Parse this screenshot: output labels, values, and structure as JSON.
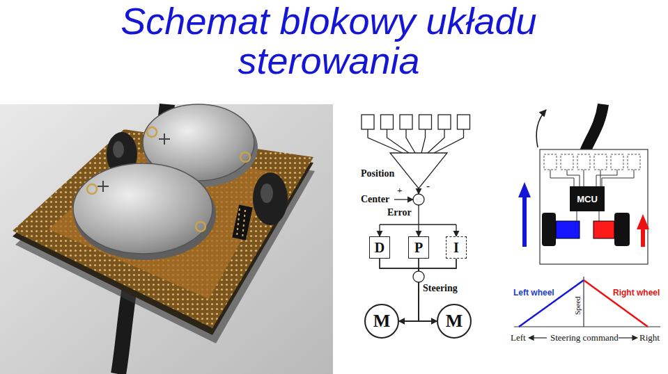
{
  "diagram": {
    "title": "Schemat blokowy układu sterowania",
    "nodes": [
      {
        "text": [
          "D"
        ]
      },
      {
        "text": [
          "P"
        ]
      },
      {
        "text": [
          "I"
        ]
      },
      {
        "text": [
          "M"
        ]
      },
      {
        "text": [
          "M"
        ]
      },
      {
        "text": [
          "MCU"
        ]
      }
    ],
    "edges": [
      {
        "from": 0,
        "to": 3,
        "arrow": "to"
      },
      {
        "from": 0,
        "to": 4,
        "arrow": "to"
      },
      {
        "from": 1,
        "to": 3,
        "arrow": "to"
      },
      {
        "from": 1,
        "to": 4,
        "arrow": "to"
      },
      {
        "from": 2,
        "to": 3,
        "arrow": "to"
      },
      {
        "from": 2,
        "to": 4,
        "arrow": "to"
      }
    ],
    "labels": [
      "Position",
      "-",
      "Center",
      "+",
      "Error",
      "Steering",
      "Left wheel",
      "Right wheel",
      "Speed",
      "Left",
      "Steering command",
      "Right"
    ]
  }
}
